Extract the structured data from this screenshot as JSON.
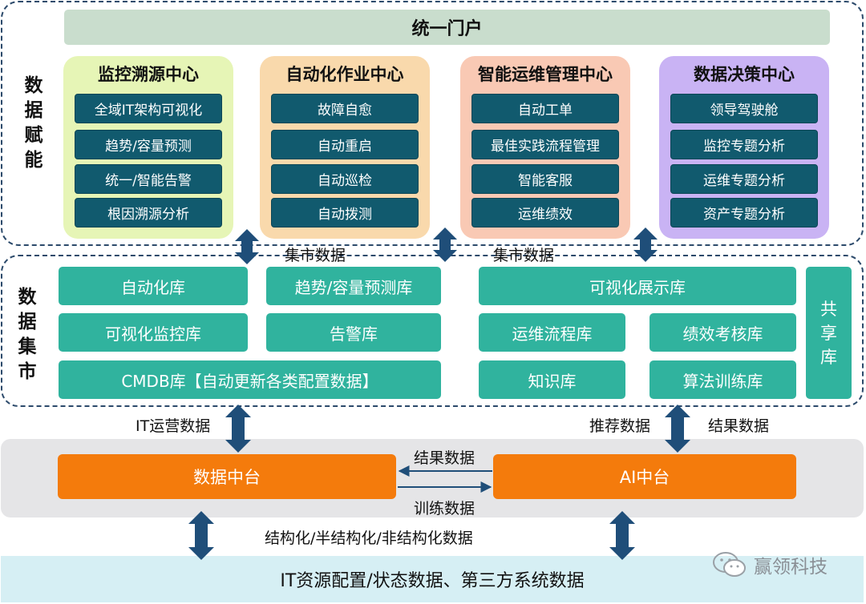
{
  "portal": "统一门户",
  "layers": {
    "empower_label": "数据赋能",
    "mart_label": "数据集市"
  },
  "centers": [
    {
      "title": "监控溯源中心",
      "color": "#e6f5b6",
      "items": [
        "全域IT架构可视化",
        "趋势/容量预测",
        "统一/智能告警",
        "根因溯源分析"
      ]
    },
    {
      "title": "自动化作业中心",
      "color": "#f9d9ac",
      "items": [
        "故障自愈",
        "自动重启",
        "自动巡检",
        "自动拨测"
      ]
    },
    {
      "title": "智能运维管理中心",
      "color": "#f9c9b4",
      "items": [
        "自动工单",
        "最佳实践流程管理",
        "智能客服",
        "运维绩效"
      ]
    },
    {
      "title": "数据决策中心",
      "color": "#c9b3f4",
      "items": [
        "领导驾驶舱",
        "监控专题分析",
        "运维专题分析",
        "资产专题分析"
      ]
    }
  ],
  "marts": {
    "automation": "自动化库",
    "trend_forecast": "趋势/容量预测库",
    "visual_monitor": "可视化监控库",
    "alert": "告警库",
    "cmdb": "CMDB库【自动更新各类配置数据】",
    "visual_display": "可视化展示库",
    "ops_process": "运维流程库",
    "performance": "绩效考核库",
    "knowledge": "知识库",
    "algorithm": "算法训练库",
    "shared": "共享库"
  },
  "flows": {
    "mart_data_1": "集市数据",
    "mart_data_2": "集市数据",
    "it_ops_data": "IT运营数据",
    "recommend_data": "推荐数据",
    "result_data_right": "结果数据",
    "result_data_mid": "结果数据",
    "training_data": "训练数据",
    "structured_data": "结构化/半结构化/非结构化数据"
  },
  "platforms": {
    "data_platform": "数据中台",
    "ai_platform": "AI中台"
  },
  "bottom": "IT资源配置/状态数据、第三方系统数据",
  "watermark": "赢领科技",
  "colors": {
    "teal_box": "#30b39e",
    "dark_item": "#115a6e",
    "orange": "#f47b0c",
    "arrow": "#1f4e79"
  }
}
